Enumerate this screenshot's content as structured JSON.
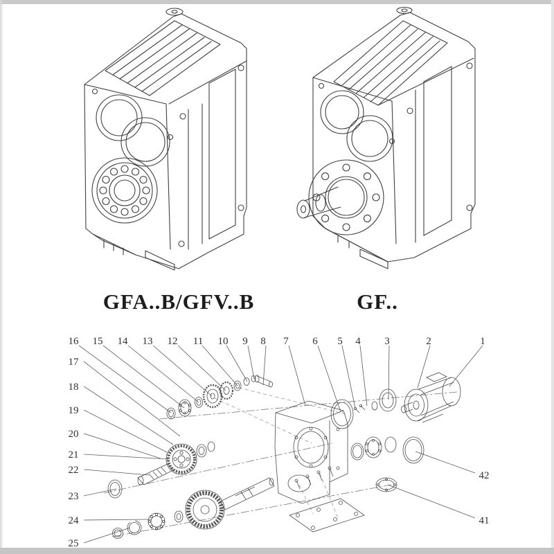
{
  "page": {
    "ink_color": "#3f3f3f",
    "background": "#ffffff",
    "edge_color": "#c9c9c9"
  },
  "labels": {
    "left_model": "GFA..B/GFV..B",
    "right_model": "GF.."
  },
  "parts": {
    "top_row": [
      "16",
      "15",
      "14",
      "13",
      "12",
      "11",
      "10",
      "9",
      "8",
      "7",
      "6",
      "5",
      "4",
      "3",
      "2",
      "1"
    ],
    "left_column": [
      "17",
      "18",
      "19",
      "20",
      "21",
      "22",
      "23",
      "24",
      "25"
    ],
    "right_column": [
      "42",
      "41"
    ]
  }
}
